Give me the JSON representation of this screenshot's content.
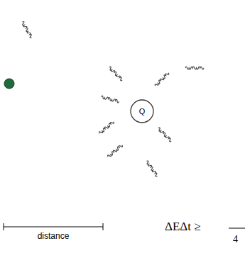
{
  "diagram": {
    "nodes": [
      {
        "text": [
          "Q"
        ]
      }
    ],
    "labels": [
      "distance",
      "ΔEΔt ≥",
      "4"
    ]
  }
}
